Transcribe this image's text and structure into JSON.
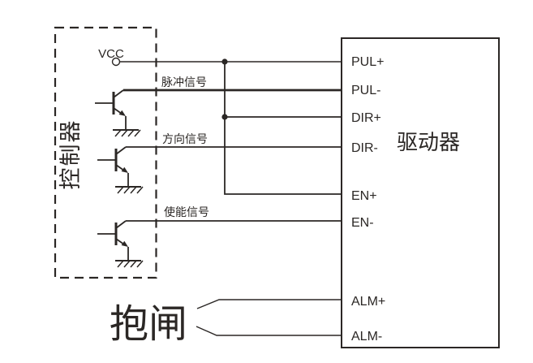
{
  "controller": {
    "label": "控制器"
  },
  "driver": {
    "label": "驱动器",
    "pins": {
      "pul_plus": "PUL+",
      "pul_minus": "PUL-",
      "dir_plus": "DIR+",
      "dir_minus": "DIR-",
      "en_plus": "EN+",
      "en_minus": "EN-",
      "alm_plus": "ALM+",
      "alm_minus": "ALM-"
    }
  },
  "signals": {
    "vcc": "VCC",
    "pulse": "脉冲信号",
    "direction": "方向信号",
    "enable": "使能信号",
    "brake": "抱闸"
  },
  "colors": {
    "line": "#2b2725",
    "background": "#ffffff"
  }
}
